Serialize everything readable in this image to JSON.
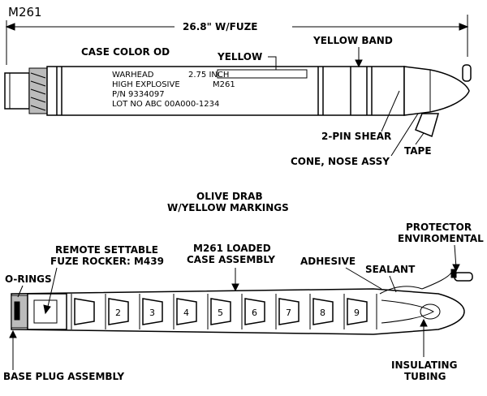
{
  "title": "M261",
  "dimension": "26.8\" W/FUZE",
  "top_labels": {
    "case_color": "CASE COLOR OD",
    "yellow": "YELLOW",
    "yellow_band": "YELLOW BAND",
    "two_pin_shear": "2-PIN SHEAR",
    "cone_nose": "CONE, NOSE ASSY",
    "tape": "TAPE"
  },
  "stencil": [
    "WARHEAD",
    "HIGH EXPLOSIVE",
    "P/N 9334097",
    "LOT NO ABC 00A000-1234"
  ],
  "stencil_right": [
    "2.75 INCH",
    "M261"
  ],
  "middle_caption": [
    "OLIVE DRAB",
    "W/YELLOW MARKINGS"
  ],
  "bottom_labels": {
    "o_rings": "O-RINGS",
    "fuze_rocker": [
      "REMOTE SETTABLE",
      "FUZE ROCKER: M439"
    ],
    "case_assembly": [
      "M261 LOADED",
      "CASE ASSEMBLY"
    ],
    "adhesive": "ADHESIVE",
    "sealant": "SEALANT",
    "protector": [
      "PROTECTOR",
      "ENVIROMENTAL"
    ],
    "base_plug": "BASE PLUG ASSEMBLY",
    "insulating": [
      "INSULATING",
      "TUBING"
    ]
  },
  "submunitions": [
    "2",
    "3",
    "4",
    "5",
    "6",
    "7",
    "8",
    "9"
  ]
}
